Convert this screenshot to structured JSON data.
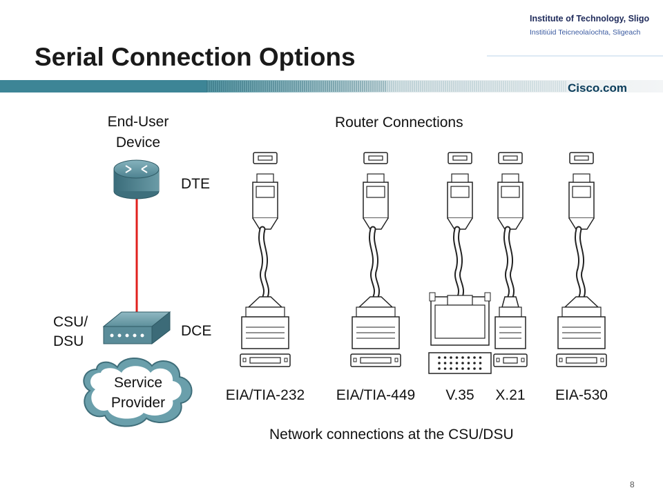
{
  "title": "Serial Connection Options",
  "logo": {
    "line1": "Institute of Technology, Sligo",
    "line2": "Institiúid Teicneolaíochta, Sligeach"
  },
  "brand": "Cisco.com",
  "page_number": "8",
  "diagram": {
    "end_user_label_1": "End-User",
    "end_user_label_2": "Device",
    "dte_label": "DTE",
    "csu_label_1": "CSU/",
    "csu_label_2": "DSU",
    "dce_label": "DCE",
    "cloud_label_1": "Service",
    "cloud_label_2": "Provider",
    "router_connections_label": "Router Connections",
    "network_connections_label": "Network connections at the CSU/DSU",
    "cables": [
      {
        "name": "EIA/TIA-232"
      },
      {
        "name": "EIA/TIA-449"
      },
      {
        "name": "V.35"
      },
      {
        "name": "X.21"
      },
      {
        "name": "EIA-530"
      }
    ]
  },
  "colors": {
    "header_bar": "#3a7d8c",
    "link_line": "#e0201c",
    "title": "#1a1a1a"
  }
}
